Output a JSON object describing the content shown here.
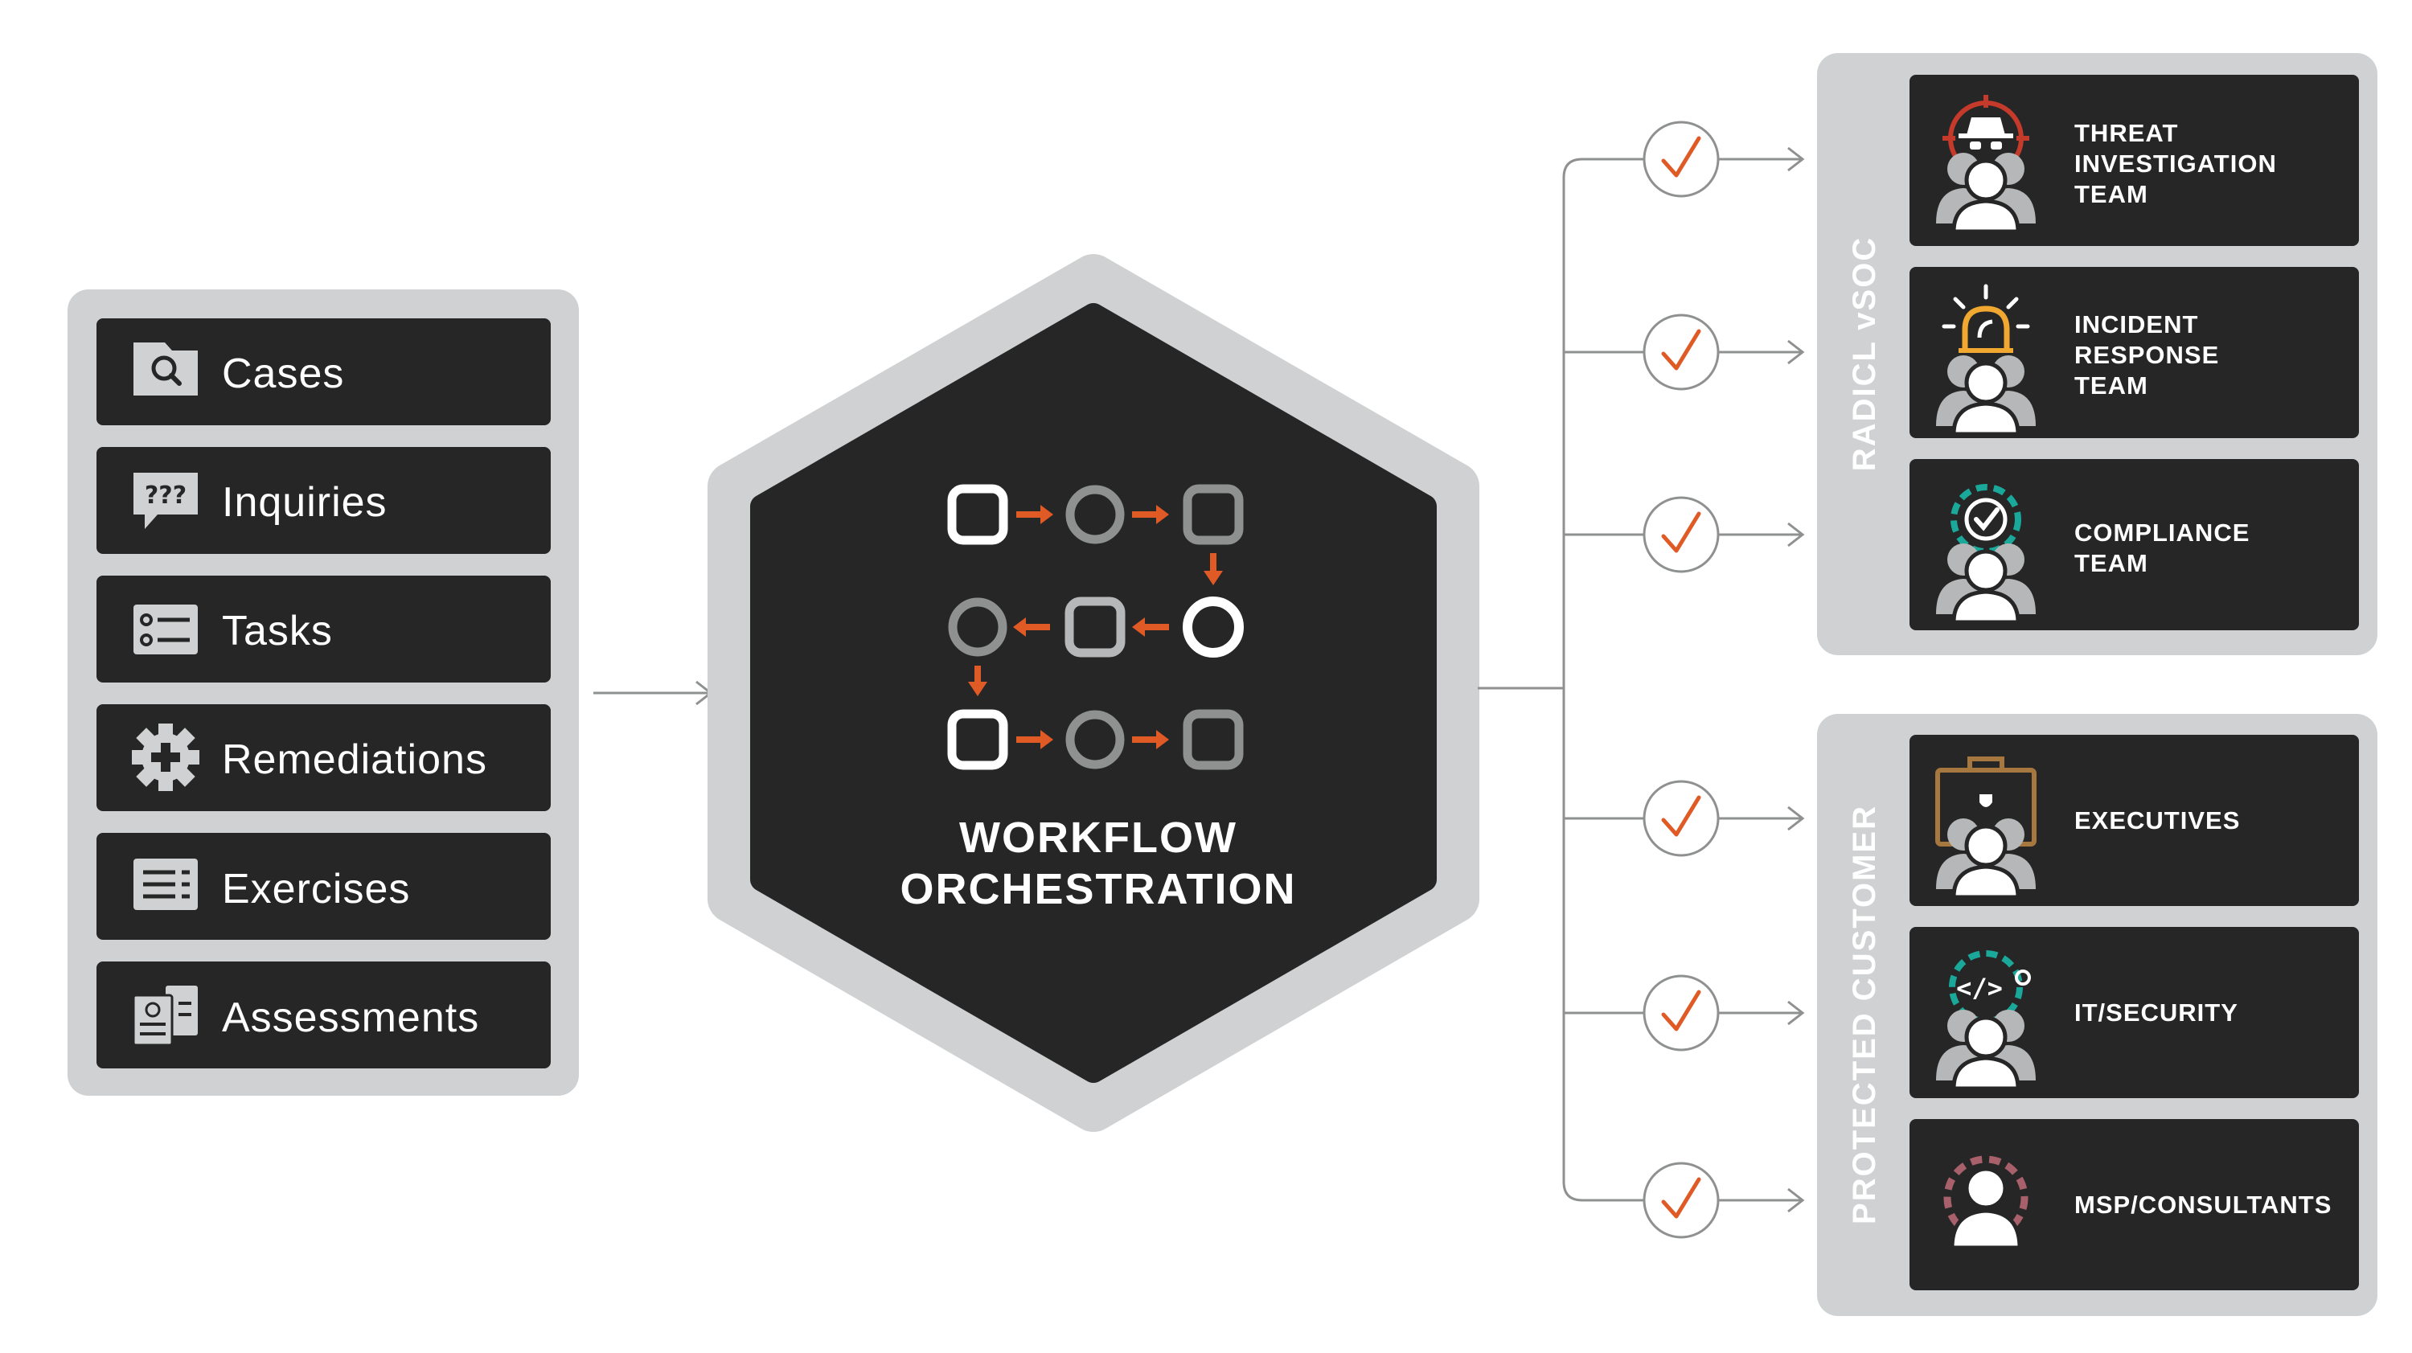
{
  "colors": {
    "panel_gray": "#cfd1d2",
    "card_dark": "#262626",
    "accent_orange": "#e05a26",
    "connector_gray": "#8f9191",
    "red": "#c53a2a",
    "amber": "#f0a830",
    "teal": "#1aa89a",
    "brown": "#a6783f",
    "mauve": "#a8606a"
  },
  "left_items": [
    {
      "label": "Cases",
      "icon": "folder-search-icon"
    },
    {
      "label": "Inquiries",
      "icon": "chat-question-icon",
      "icon_text": "???"
    },
    {
      "label": "Tasks",
      "icon": "checklist-icon"
    },
    {
      "label": "Remediations",
      "icon": "gear-plus-icon"
    },
    {
      "label": "Exercises",
      "icon": "list-doc-icon"
    },
    {
      "label": "Assessments",
      "icon": "assessment-docs-icon"
    }
  ],
  "hub": {
    "title_line1": "WORKFLOW",
    "title_line2": "ORCHESTRATION",
    "icon": "workflow-steps-icon"
  },
  "groups": [
    {
      "label": "RADICL vSOC",
      "teams": [
        {
          "lines": [
            "THREAT",
            "INVESTIGATION",
            "TEAM"
          ],
          "icon": "spy-target-team-icon"
        },
        {
          "lines": [
            "INCIDENT",
            "RESPONSE",
            "TEAM"
          ],
          "icon": "alarm-team-icon"
        },
        {
          "lines": [
            "COMPLIANCE",
            "TEAM"
          ],
          "icon": "gear-check-team-icon"
        }
      ]
    },
    {
      "label": "PROTECTED CUSTOMER",
      "teams": [
        {
          "lines": [
            "EXECUTIVES"
          ],
          "icon": "briefcase-team-icon"
        },
        {
          "lines": [
            "IT/SECURITY"
          ],
          "icon": "code-gear-team-icon",
          "icon_text": "</>"
        },
        {
          "lines": [
            "MSP/CONSULTANTS"
          ],
          "icon": "gear-person-icon"
        }
      ]
    }
  ]
}
